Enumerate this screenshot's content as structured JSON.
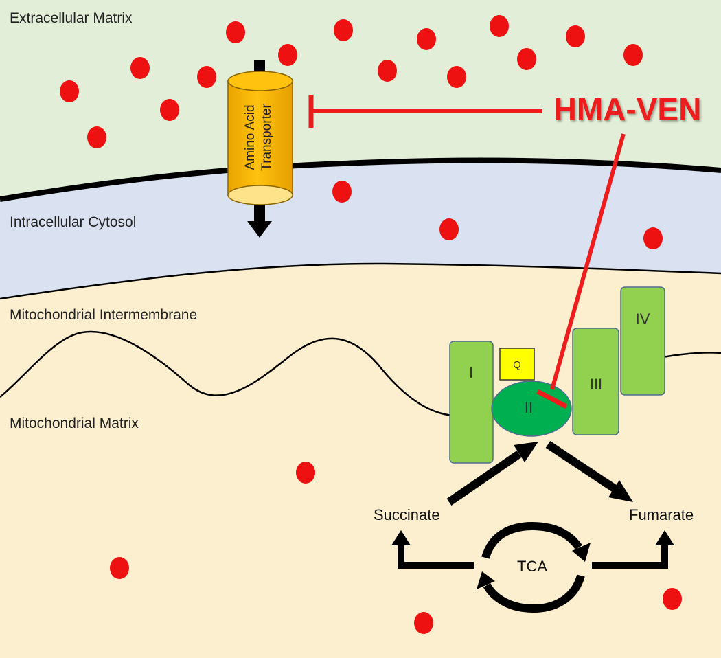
{
  "regions": {
    "extracellular": "Extracellular Matrix",
    "cytosol": "Intracellular Cytosol",
    "intermembrane": "Mitochondrial Intermembrane",
    "matrix": "Mitochondrial Matrix"
  },
  "transporter": {
    "line1": "Amino Acid",
    "line2": "Transporter"
  },
  "drug": {
    "label": "HMA-VEN"
  },
  "electron_transport_chain": {
    "complex_1": "I",
    "coenzyme_q": "Q",
    "complex_2": "II",
    "complex_3": "III",
    "complex_4": "IV"
  },
  "metabolites": {
    "succinate": "Succinate",
    "fumarate": "Fumarate",
    "cycle": "TCA"
  },
  "colors": {
    "extracellular_bg": "#e2eed8",
    "cytosol_bg": "#dae2f2",
    "mitochondria_bg": "#fcefcf",
    "amino_acid_dot": "#ee1111",
    "inhibitor": "#ee1c1c",
    "transporter_fill": "#ffbf00",
    "complex_fill": "#92d050",
    "complex_2_fill": "#00b050",
    "coenzyme_q_fill": "#ffff00"
  }
}
